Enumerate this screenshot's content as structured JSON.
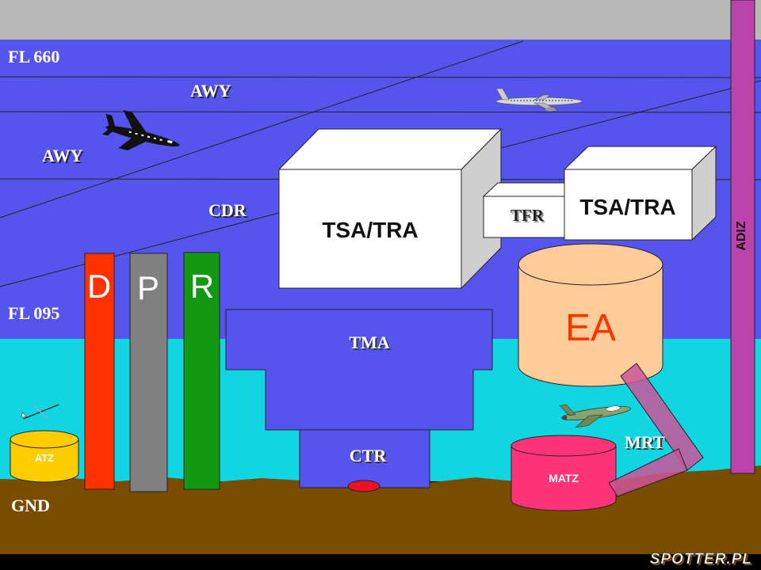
{
  "levels": {
    "fl660": "FL 660",
    "fl095": "FL 095",
    "gnd": "GND"
  },
  "routes": {
    "awy_upper": "AWY",
    "awy_lower": "AWY",
    "cdr": "CDR"
  },
  "zones": {
    "tsa_tra_large": "TSA/TRA",
    "tsa_tra_small": "TSA/TRA",
    "tfr": "TFR",
    "d": "D",
    "p": "P",
    "r": "R",
    "tma": "TMA",
    "ctr": "CTR",
    "ea": "EA",
    "atz": "ATZ",
    "matz": "MATZ",
    "mrt": "MRT",
    "adiz": "ADIZ"
  },
  "watermark": "SPOTTER.PL",
  "colors": {
    "sky_upper": "#5555ee",
    "sky_lower": "#11d6e2",
    "ground": "#7a4c00",
    "top_band": "#b8b8b8",
    "d_zone": "#ff3300",
    "p_zone": "#808080",
    "r_zone": "#119911",
    "ea_fill": "#ffcc99",
    "ea_text": "#ff3300",
    "atz_fill": "#ffcc00",
    "matz_fill": "#ff3377",
    "adiz_fill": "#bb44aa",
    "mrt_fill": "#cc5599",
    "text_white": "#ffffff"
  }
}
